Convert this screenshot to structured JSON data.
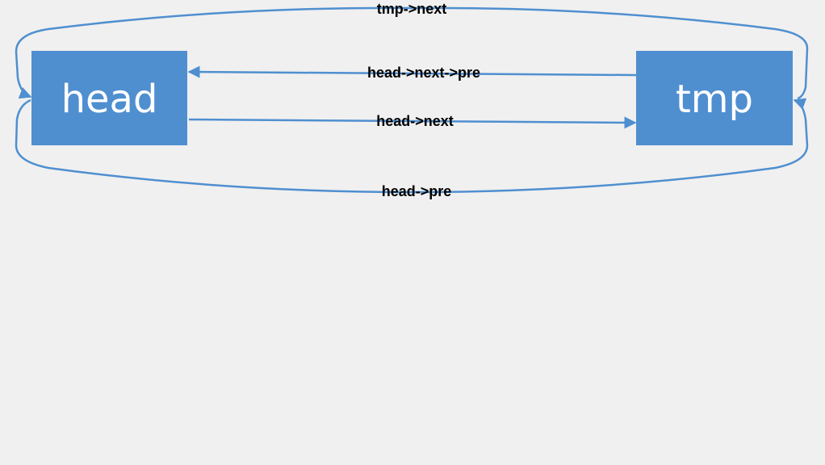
{
  "colors": {
    "background": "#f0f0f0",
    "node_fill": "#4f8fd0",
    "edge_stroke": "#4f8fd0",
    "node_text": "#ffffff",
    "edge_text": "#000000"
  },
  "nodes": {
    "head": {
      "label": "head"
    },
    "tmp": {
      "label": "tmp"
    }
  },
  "edges": {
    "tmp_next": {
      "label": "tmp->next",
      "from": "tmp",
      "to": "head"
    },
    "head_next_pre": {
      "label": "head->next->pre",
      "from": "tmp",
      "to": "head"
    },
    "head_next": {
      "label": "head->next",
      "from": "head",
      "to": "tmp"
    },
    "head_pre": {
      "label": "head->pre",
      "from": "head",
      "to": "tmp"
    }
  }
}
